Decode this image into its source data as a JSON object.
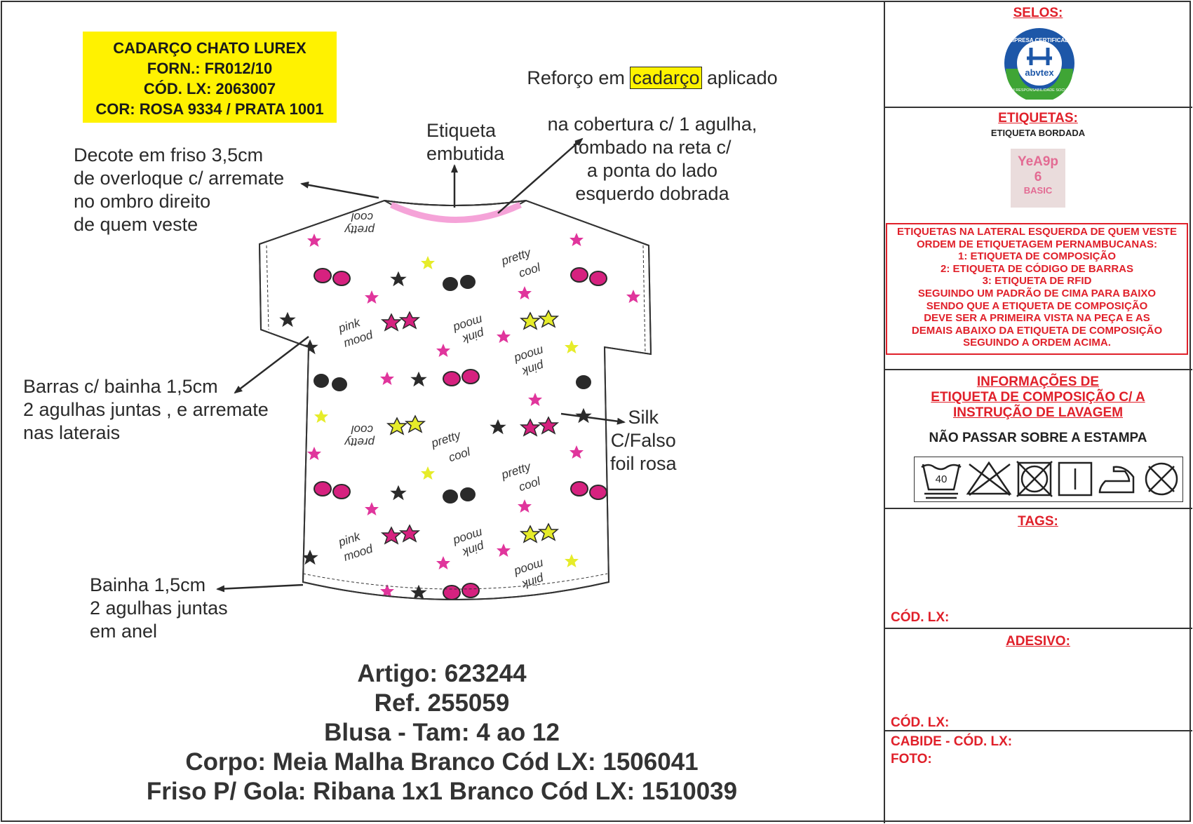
{
  "yellow_label": {
    "line1": "CADARÇO CHATO LUREX",
    "line2": "FORN.: FR012/10",
    "line3": "CÓD. LX: 2063007",
    "line4": "COR: ROSA 9334 / PRATA 1001"
  },
  "annotations": {
    "reforco_pre": "Reforço em",
    "reforco_highlight": "cadarço",
    "reforco_post": "aplicado",
    "reforco_rest": "na cobertura c/ 1 agulha,\ntombado na reta c/\na ponta do lado\nesquerdo dobrada",
    "etiqueta": "Etiqueta\nembutida",
    "decote": "Decote em friso 3,5cm\nde overloque c/ arremate\nno ombro direito\nde quem veste",
    "barras": "Barras c/ bainha 1,5cm\n2 agulhas juntas , e arremate\nnas laterais",
    "silk": "Silk\nC/Falso\nfoil rosa",
    "bainha": "Bainha 1,5cm\n2 agulhas juntas\nem anel"
  },
  "print_words": {
    "pretty": "pretty",
    "cool": "cool",
    "pink": "pink",
    "mood": "mood"
  },
  "product": {
    "artigo": "Artigo: 623244",
    "ref": "Ref. 255059",
    "blusa": "Blusa - Tam: 4 ao 12",
    "corpo": "Corpo: Meia Malha Branco Cód LX: 1506041",
    "friso": "Friso P/ Gola: Ribana 1x1 Branco Cód LX: 1510039"
  },
  "sidebar": {
    "selos_title": "SELOS:",
    "seal_ring_text": "EMPRESA CERTIFICADA",
    "seal_brand": "abvtex",
    "seal_bottom_text": "EM RESPONSABILIDADE SOCIAL",
    "etiquetas_title": "ETIQUETAS:",
    "etiqueta_bordada": "ETIQUETA BORDADA",
    "label_brand": "YeA9p",
    "label_size": "6",
    "label_basic": "BASIC",
    "red_box_lines": [
      "ETIQUETAS NA LATERAL ESQUERDA DE QUEM VESTE",
      "ORDEM DE ETIQUETAGEM PERNAMBUCANAS:",
      "1: ETIQUETA DE COMPOSIÇÃO",
      "2: ETIQUETA DE CÓDIGO DE BARRAS",
      "3: ETIQUETA DE RFID",
      "SEGUINDO UM PADRÃO DE CIMA PARA BAIXO",
      "SENDO QUE A ETIQUETA DE COMPOSIÇÃO",
      "DEVE SER A PRIMEIRA VISTA NA PEÇA E AS",
      "DEMAIS ABAIXO DA ETIQUETA DE COMPOSIÇÃO",
      "SEGUINDO A ORDEM ACIMA."
    ],
    "info_title_1": "INFORMAÇÕES DE",
    "info_title_2": "ETIQUETA DE COMPOSIÇÃO C/ A",
    "info_title_3": "INSTRUÇÃO DE LAVAGEM",
    "nao_passar": "NÃO PASSAR SOBRE A ESTAMPA",
    "wash_temp": "40",
    "care_icons": [
      "wash-40-icon",
      "no-bleach-icon",
      "no-tumble-dry-icon",
      "line-dry-icon",
      "iron-low-icon",
      "no-dry-clean-icon"
    ],
    "tags_title": "TAGS:",
    "cod_lx_1": "CÓD. LX:",
    "adesivo_title": "ADESIVO:",
    "cod_lx_2": "CÓD. LX:",
    "cabide": "CABIDE - CÓD. LX:",
    "foto": "FOTO:"
  },
  "colors": {
    "red": "#e0202a",
    "yellow": "#fff200",
    "pink": "#e0359c",
    "collar_pink": "#f5a3d8",
    "neon_yellow": "#e6ec2a"
  }
}
